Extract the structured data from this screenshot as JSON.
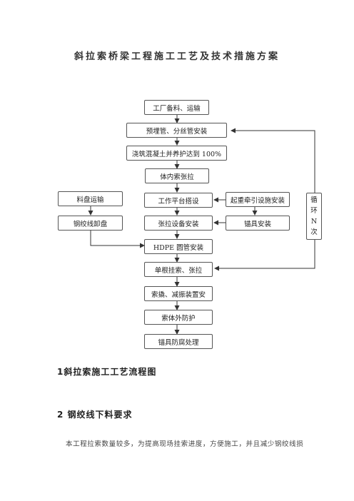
{
  "title": "斜拉索桥梁工程施工工艺及技术措施方案",
  "flowchart": {
    "main": [
      "工厂备料、运输",
      "预埋管、分丝管安装",
      "浇筑混凝土并养护达到 100%",
      "体内索张拉",
      "工作平台搭设",
      "张拉设备安装",
      "HDPE 圆管安装",
      "单根挂索、张拉",
      "索撬、减振装置安",
      "索体外防护",
      "锚具防腐处理"
    ],
    "left": [
      "料盘运输",
      "钢绞线卸盘"
    ],
    "right": [
      "起重牵引设施安装",
      "锚具安装"
    ],
    "loop": [
      "循",
      "环",
      "N",
      "次"
    ]
  },
  "heading1": "1斜拉索施工工艺流程图",
  "heading2": "2 钢绞线下料要求",
  "paragraph": "本工程拉索数量较多，为提高现场挂索进度，方便施工，并且减少钢绞线损"
}
